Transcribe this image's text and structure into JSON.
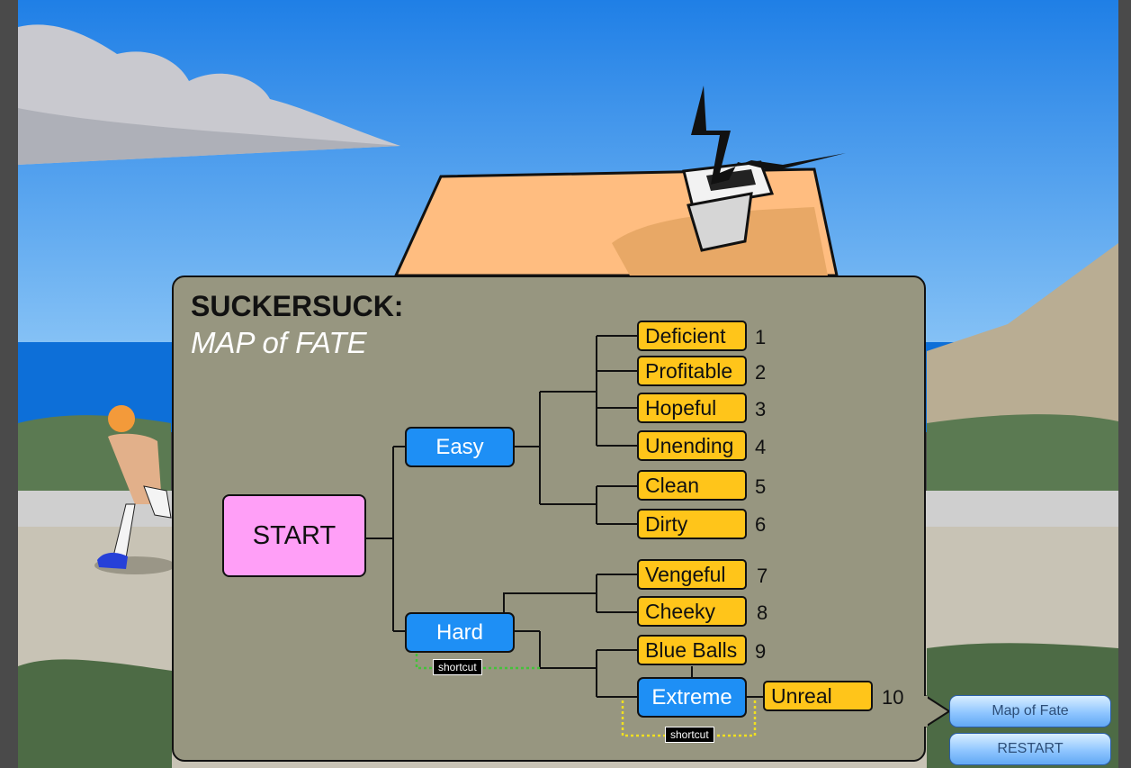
{
  "map": {
    "title": "SUCKERSUCK:",
    "subtitle": "MAP of FATE",
    "start_label": "START",
    "nodes": {
      "easy": "Easy",
      "hard": "Hard",
      "extreme": "Extreme"
    },
    "endings": [
      {
        "label": "Deficient",
        "number": "1"
      },
      {
        "label": "Profitable",
        "number": "2"
      },
      {
        "label": "Hopeful",
        "number": "3"
      },
      {
        "label": "Unending",
        "number": "4"
      },
      {
        "label": "Clean",
        "number": "5"
      },
      {
        "label": "Dirty",
        "number": "6"
      },
      {
        "label": "Vengeful",
        "number": "7"
      },
      {
        "label": "Cheeky",
        "number": "8"
      },
      {
        "label": "Blue Balls",
        "number": "9"
      },
      {
        "label": "Unreal",
        "number": "10"
      }
    ],
    "shortcut_label": "shortcut"
  },
  "buttons": {
    "map_of_fate": "Map of Fate",
    "restart": "RESTART"
  },
  "colors": {
    "start": "#ff9ff7",
    "path_node": "#1e8ff5",
    "ending": "#ffc51a",
    "panel": "#979680",
    "hard_shortcut": "#44c23a",
    "extreme_shortcut": "#f0e020"
  }
}
